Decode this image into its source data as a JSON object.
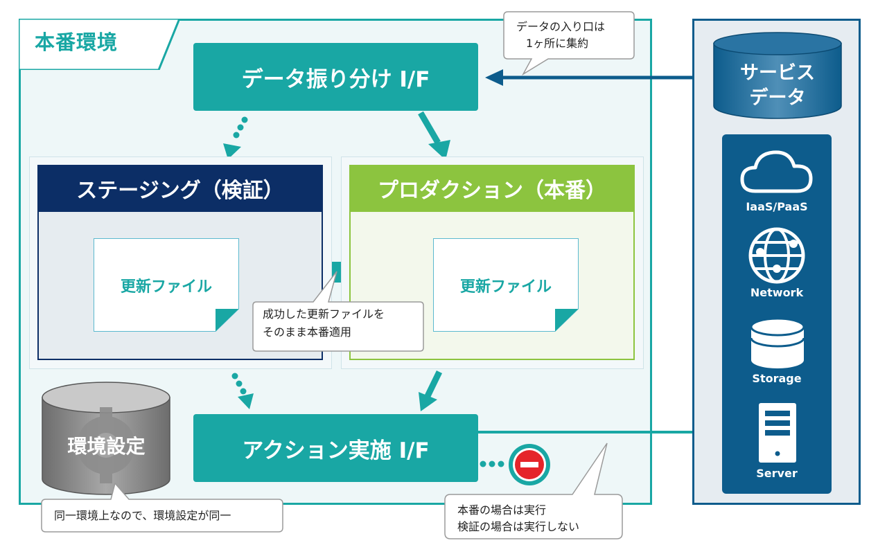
{
  "environment": {
    "title": "本番環境"
  },
  "interfaces": {
    "distribution": "データ振り分け I/F",
    "action": "アクション実施 I/F"
  },
  "staging": {
    "title": "ステージング（検証）",
    "file_label": "更新ファイル"
  },
  "production": {
    "title": "プロダクション（本番）",
    "file_label": "更新ファイル"
  },
  "env_settings": {
    "label": "環境設定"
  },
  "service_data": {
    "line1": "サービス",
    "line2": "データ"
  },
  "services": {
    "items": [
      {
        "label": "IaaS/PaaS",
        "icon": "cloud-icon"
      },
      {
        "label": "Network",
        "icon": "globe-icon"
      },
      {
        "label": "Storage",
        "icon": "database-icon"
      },
      {
        "label": "Server",
        "icon": "server-icon"
      }
    ]
  },
  "callouts": {
    "entry": {
      "line1": "データの入り口は",
      "line2": "1ヶ所に集約"
    },
    "promote": {
      "line1": "成功した更新ファイルを",
      "line2": "そのまま本番適用"
    },
    "same_env": {
      "text": "同一環境上なので、環境設定が同一"
    },
    "execute": {
      "line1": "本番の場合は実行",
      "line2": "検証の場合は実行しない"
    }
  },
  "colors": {
    "teal": "#19a7a4",
    "navy": "#0c2e66",
    "green": "#8cc43f",
    "blue": "#0d5c8c",
    "stop_red": "#e5252a"
  }
}
